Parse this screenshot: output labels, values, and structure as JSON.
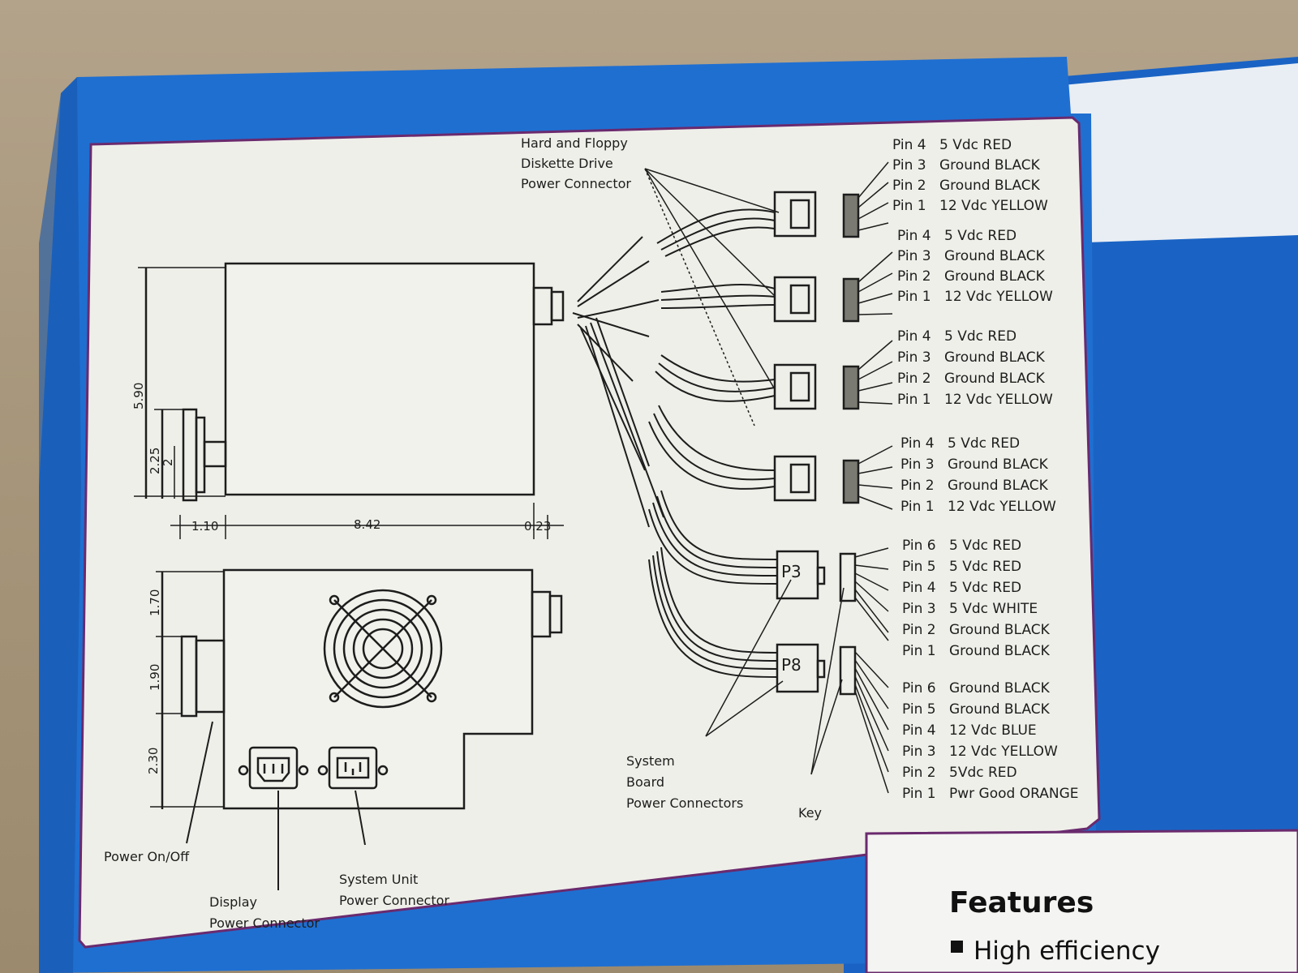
{
  "connector_labels": {
    "drive": [
      "Hard and Floppy",
      "Diskette Drive",
      "Power Connector"
    ],
    "system_board": [
      "System",
      "Board",
      "Power Connectors"
    ],
    "key": "Key"
  },
  "dimension_labels": {
    "height": "5.90",
    "switch": "2.25",
    "switch_small": "2",
    "left_offset": "1.10",
    "length": "8.42",
    "right_offset": "0.23",
    "upper": "1.70",
    "middle": "1.90",
    "lower": "2.30"
  },
  "bottom_labels": {
    "power_switch": "Power On/Off",
    "display": [
      "Display",
      "Power Connector"
    ],
    "system_unit": [
      "System Unit",
      "Power Connector"
    ]
  },
  "drive_connectors": [
    {
      "pins": [
        {
          "pin": "Pin 4",
          "desc": "5 Vdc RED"
        },
        {
          "pin": "Pin 3",
          "desc": "Ground BLACK"
        },
        {
          "pin": "Pin 2",
          "desc": "Ground BLACK"
        },
        {
          "pin": "Pin 1",
          "desc": "12 Vdc YELLOW"
        }
      ]
    },
    {
      "pins": [
        {
          "pin": "Pin 4",
          "desc": "5 Vdc RED"
        },
        {
          "pin": "Pin 3",
          "desc": "Ground BLACK"
        },
        {
          "pin": "Pin 2",
          "desc": "Ground BLACK"
        },
        {
          "pin": "Pin 1",
          "desc": "12 Vdc YELLOW"
        }
      ]
    },
    {
      "pins": [
        {
          "pin": "Pin 4",
          "desc": "5 Vdc RED"
        },
        {
          "pin": "Pin 3",
          "desc": "Ground BLACK"
        },
        {
          "pin": "Pin 2",
          "desc": "Ground BLACK"
        },
        {
          "pin": "Pin 1",
          "desc": "12 Vdc YELLOW"
        }
      ]
    },
    {
      "pins": [
        {
          "pin": "Pin 4",
          "desc": "5 Vdc RED"
        },
        {
          "pin": "Pin 3",
          "desc": "Ground BLACK"
        },
        {
          "pin": "Pin 2",
          "desc": "Ground BLACK"
        },
        {
          "pin": "Pin 1",
          "desc": "12 Vdc YELLOW"
        }
      ]
    }
  ],
  "board_connectors": [
    {
      "name": "P3",
      "pins": [
        {
          "pin": "Pin 6",
          "desc": "5 Vdc RED"
        },
        {
          "pin": "Pin 5",
          "desc": "5 Vdc RED"
        },
        {
          "pin": "Pin 4",
          "desc": "5 Vdc RED"
        },
        {
          "pin": "Pin 3",
          "desc": "5 Vdc WHITE"
        },
        {
          "pin": "Pin 2",
          "desc": "Ground BLACK"
        },
        {
          "pin": "Pin 1",
          "desc": "Ground BLACK"
        }
      ]
    },
    {
      "name": "P8",
      "pins": [
        {
          "pin": "Pin 6",
          "desc": "Ground BLACK"
        },
        {
          "pin": "Pin 5",
          "desc": "Ground BLACK"
        },
        {
          "pin": "Pin 4",
          "desc": "12 Vdc BLUE"
        },
        {
          "pin": "Pin 3",
          "desc": "12 Vdc YELLOW"
        },
        {
          "pin": "Pin 2",
          "desc": "5Vdc RED"
        },
        {
          "pin": "Pin 1",
          "desc": "Pwr Good ORANGE"
        }
      ]
    }
  ],
  "features": {
    "title": "Features",
    "items": [
      "High efficiency"
    ]
  },
  "colors": {
    "box_blue": "#1f6fd1",
    "panel": "#efefe9",
    "border_purple": "#6a2a6e",
    "line": "#1d1d1d"
  }
}
